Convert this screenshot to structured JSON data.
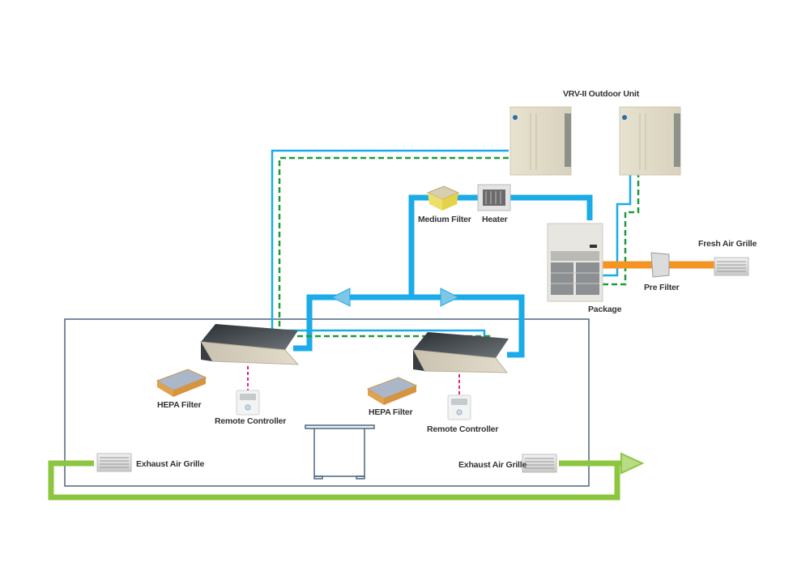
{
  "diagram": {
    "labels": {
      "outdoor_unit": "VRV-II Outdoor Unit",
      "medium_filter": "Medium Filter",
      "heater": "Heater",
      "package": "Package",
      "pre_filter": "Pre Filter",
      "fresh_air_grille": "Fresh Air Grille",
      "hepa_filter_1": "HEPA Filter",
      "remote_controller_1": "Remote Controller",
      "hepa_filter_2": "HEPA Filter",
      "remote_controller_2": "Remote Controller",
      "exhaust_air_grille_1": "Exhaust Air Grille",
      "exhaust_air_grille_2": "Exhaust Air Grille"
    },
    "colors": {
      "supply_duct": "#1aabe8",
      "refrigerant_pipe": "#1aabe8",
      "control_wire": "#1e9a3c",
      "fresh_air_duct": "#f39423",
      "exhaust_duct": "#8cc63f",
      "remote_wire": "#e6217f",
      "room_outline": "#4a6680"
    }
  }
}
